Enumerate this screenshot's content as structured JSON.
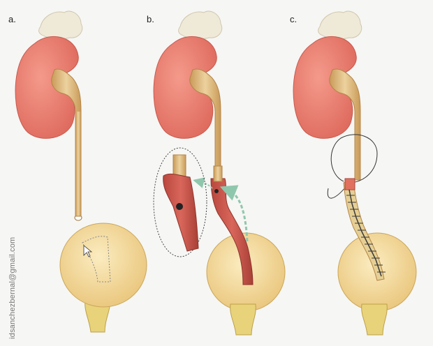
{
  "panels": [
    {
      "label": "a."
    },
    {
      "label": "b."
    },
    {
      "label": "c."
    }
  ],
  "credit": "idsanchezbernal@gmail.com",
  "colors": {
    "kidney": "#e9766a",
    "adrenal": "#efe9d8",
    "ureter": "#d7b37a",
    "bladder": "#f3d992",
    "flap": "#c9554a",
    "arrow": "#8fc7ad",
    "suture": "#3a3a3a"
  }
}
